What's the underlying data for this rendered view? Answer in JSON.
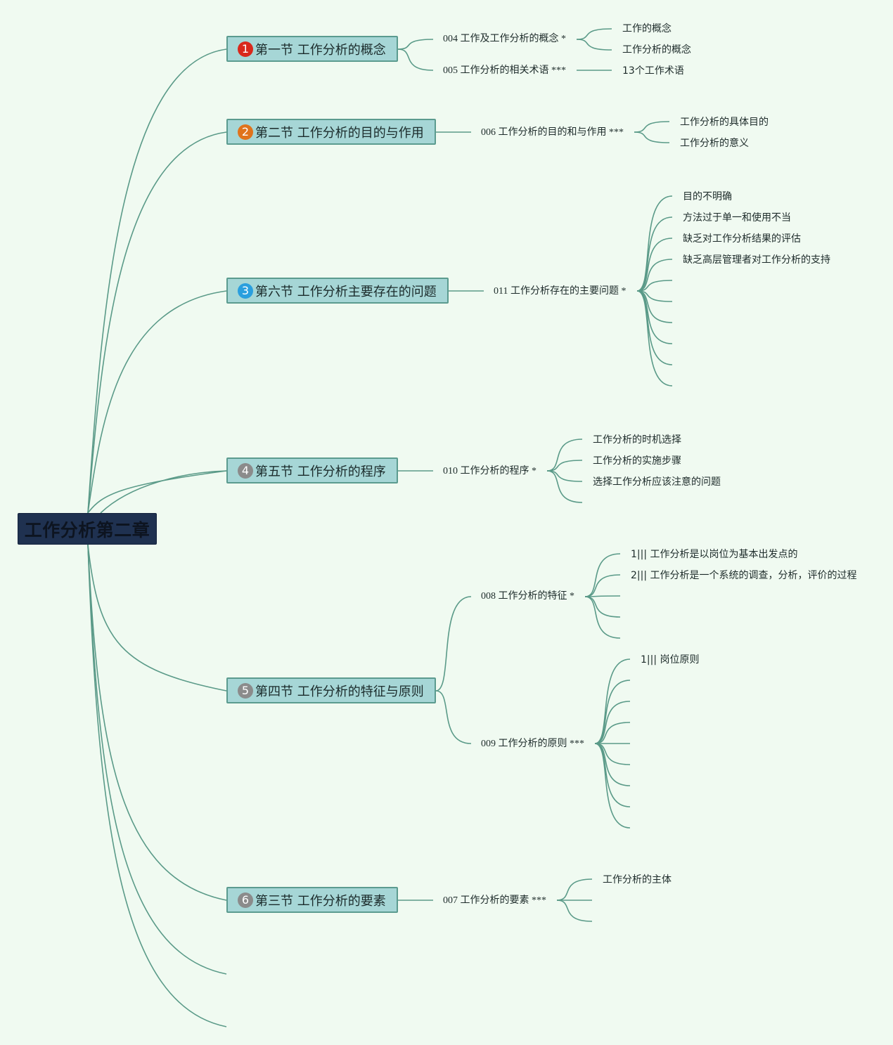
{
  "root": {
    "label": "工作分析第二章"
  },
  "colors": {
    "background": "#f0faf1",
    "connector": "#5a9a88",
    "root_fill": "#1f3150",
    "section_fill": "#a6d6d6",
    "section_border": "#5b9b8f"
  },
  "sections": [
    {
      "badge": "1",
      "badge_color": "#d9281c",
      "label": "第一节 工作分析的概念",
      "topics": [
        {
          "label": "004 工作及工作分析的概念 *",
          "children": [
            "工作的概念",
            "工作分析的概念"
          ]
        },
        {
          "label": "005 工作分析的相关术语 ***",
          "children": [
            "13个工作术语"
          ]
        }
      ]
    },
    {
      "badge": "2",
      "badge_color": "#e0731c",
      "label": "第二节 工作分析的目的与作用",
      "topics": [
        {
          "label": "006 工作分析的目的和与作用 ***",
          "children": [
            "工作分析的具体目的",
            "工作分析的意义"
          ]
        }
      ]
    },
    {
      "badge": "3",
      "badge_color": "#2a9fde",
      "label": "第六节 工作分析主要存在的问题",
      "topics": [
        {
          "label": "011 工作分析存在的主要问题 *",
          "children": [
            "目的不明确",
            "方法过于单一和使用不当",
            "缺乏对工作分析结果的评估",
            "缺乏高层管理者对工作分析的支持"
          ]
        }
      ]
    },
    {
      "badge": "4",
      "badge_color": "#8b8b8b",
      "label": "第五节 工作分析的程序",
      "topics": [
        {
          "label": "010 工作分析的程序 *",
          "children": [
            "工作分析的时机选择",
            "工作分析的实施步骤",
            "选择工作分析应该注意的问题"
          ]
        }
      ]
    },
    {
      "badge": "5",
      "badge_color": "#8b8b8b",
      "label": "第四节 工作分析的特征与原则",
      "topics": [
        {
          "label": "008 工作分析的特征 *",
          "children": [
            "1||| 工作分析是以岗位为基本出发点的",
            "2||| 工作分析是一个系统的调查，分析，评价的过程"
          ]
        },
        {
          "label": "009 工作分析的原则 ***",
          "children": [
            "1||| 岗位原则"
          ]
        }
      ]
    },
    {
      "badge": "6",
      "badge_color": "#8b8b8b",
      "label": "第三节 工作分析的要素",
      "topics": [
        {
          "label": "007 工作分析的要素 ***",
          "children": [
            "工作分析的主体"
          ]
        }
      ]
    }
  ]
}
